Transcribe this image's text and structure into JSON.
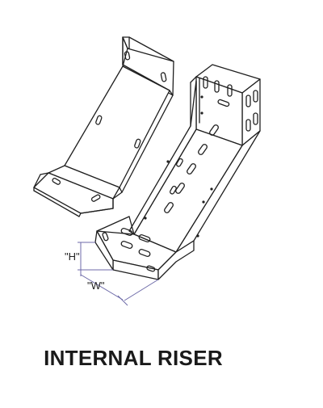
{
  "product": {
    "title": "INTERNAL RISER"
  },
  "dimensions": {
    "height_label": "\"H\"",
    "width_label": "\"W\""
  },
  "colors": {
    "line": "#1f1f1f",
    "dimension_line": "#6d6aa8",
    "background": "#ffffff"
  }
}
